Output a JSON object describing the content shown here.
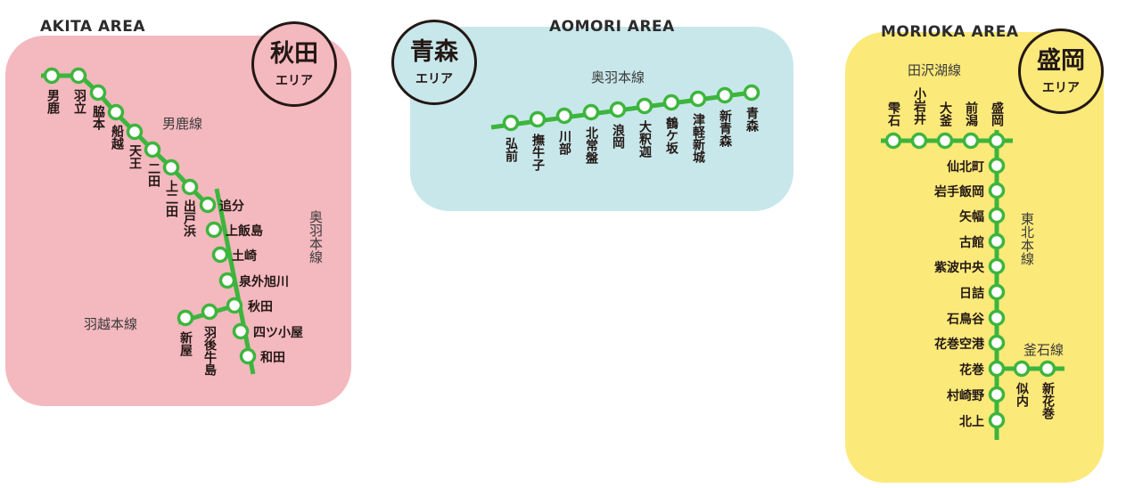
{
  "colors": {
    "line": "#3db53d",
    "akita_bg": "#f4b8bf",
    "aomori_bg": "#c8e7ea",
    "morioka_bg": "#fbe97a",
    "station_fill": "#ffffff",
    "text": "#231815"
  },
  "akita": {
    "area_title": "AKITA AREA",
    "badge_name": "秋田",
    "badge_sub": "エリア",
    "lines": {
      "oga": "男鹿線",
      "ou": "奥羽本線",
      "uetsu": "羽越本線"
    },
    "stations": {
      "oga": "男鹿",
      "hatsutate": "羽立",
      "wakimoto": "脇本",
      "funakoshi": "船越",
      "tenno": "天王",
      "futada": "二田",
      "kamifutada": "上二田",
      "dehama": "出戸浜",
      "oiwake": "追分",
      "kamiiijima": "上飯島",
      "tsuchizaki": "土崎",
      "sotoasahikawa": "泉外旭川",
      "akita": "秋田",
      "yotsukoya": "四ツ小屋",
      "wada": "和田",
      "araya": "新屋",
      "ugoushijima": "羽後牛島"
    }
  },
  "aomori": {
    "area_title": "AOMORI AREA",
    "badge_name": "青森",
    "badge_sub": "エリア",
    "line_name": "奥羽本線",
    "stations": {
      "hirosaki": "弘前",
      "nadeushiko": "撫牛子",
      "kawabe": "川部",
      "kitatokiwa": "北常盤",
      "namioka": "浪岡",
      "daishakushi": "大釈迦",
      "tsurugasaka": "鶴ケ坂",
      "tsugarushinjo": "津軽新城",
      "shinaomori": "新青森",
      "aomori": "青森"
    }
  },
  "morioka": {
    "area_title": "MORIOKA AREA",
    "badge_name": "盛岡",
    "badge_sub": "エリア",
    "lines": {
      "tazawako": "田沢湖線",
      "tohoku": "東北本線",
      "kamaishi": "釜石線"
    },
    "stations": {
      "shizukuishi": "雫石",
      "koiwai": "小岩井",
      "ogama": "大釜",
      "maegata": "前潟",
      "morioka": "盛岡",
      "senbokucho": "仙北町",
      "iwateiioka": "岩手飯岡",
      "yahaba": "矢幅",
      "furudate": "古館",
      "shiwachuo": "紫波中央",
      "hizume": "日詰",
      "ishidoriya": "石鳥谷",
      "hanamakikuko": "花巻空港",
      "hanamaki": "花巻",
      "murasakino": "村崎野",
      "kitakami": "北上",
      "nitanai": "似内",
      "shinhanamaki": "新花巻"
    }
  }
}
